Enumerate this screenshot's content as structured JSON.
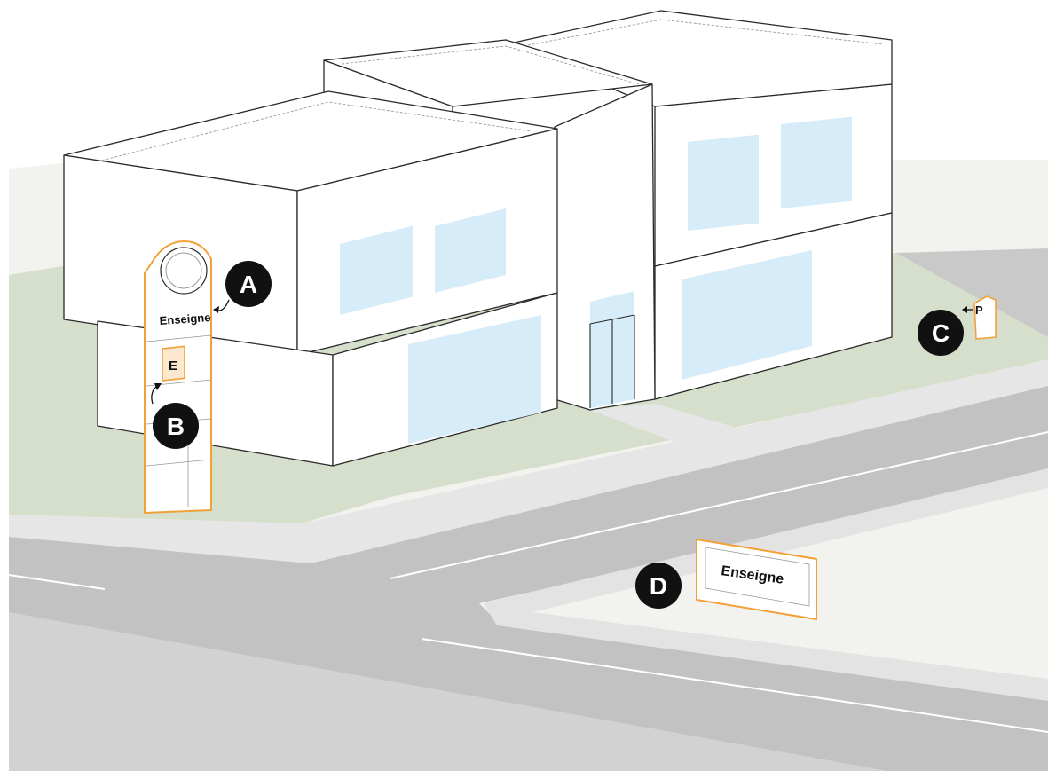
{
  "labels": {
    "A": "A",
    "B": "B",
    "C": "C",
    "D": "D"
  },
  "signs": {
    "totem_text": "Enseigne",
    "totem_panel": "E",
    "parking_panel": "P",
    "monument_text": "Enseigne"
  },
  "colors": {
    "grass": "#d6dfcb",
    "road": "#c2c2c2",
    "sidewalk": "#e6e6e6",
    "lot": "#f2f2ee",
    "glass": "#d6ecf8",
    "sign_outline": "#f2a13a",
    "sign_panel": "#fbe8cf",
    "badge": "#111111"
  }
}
